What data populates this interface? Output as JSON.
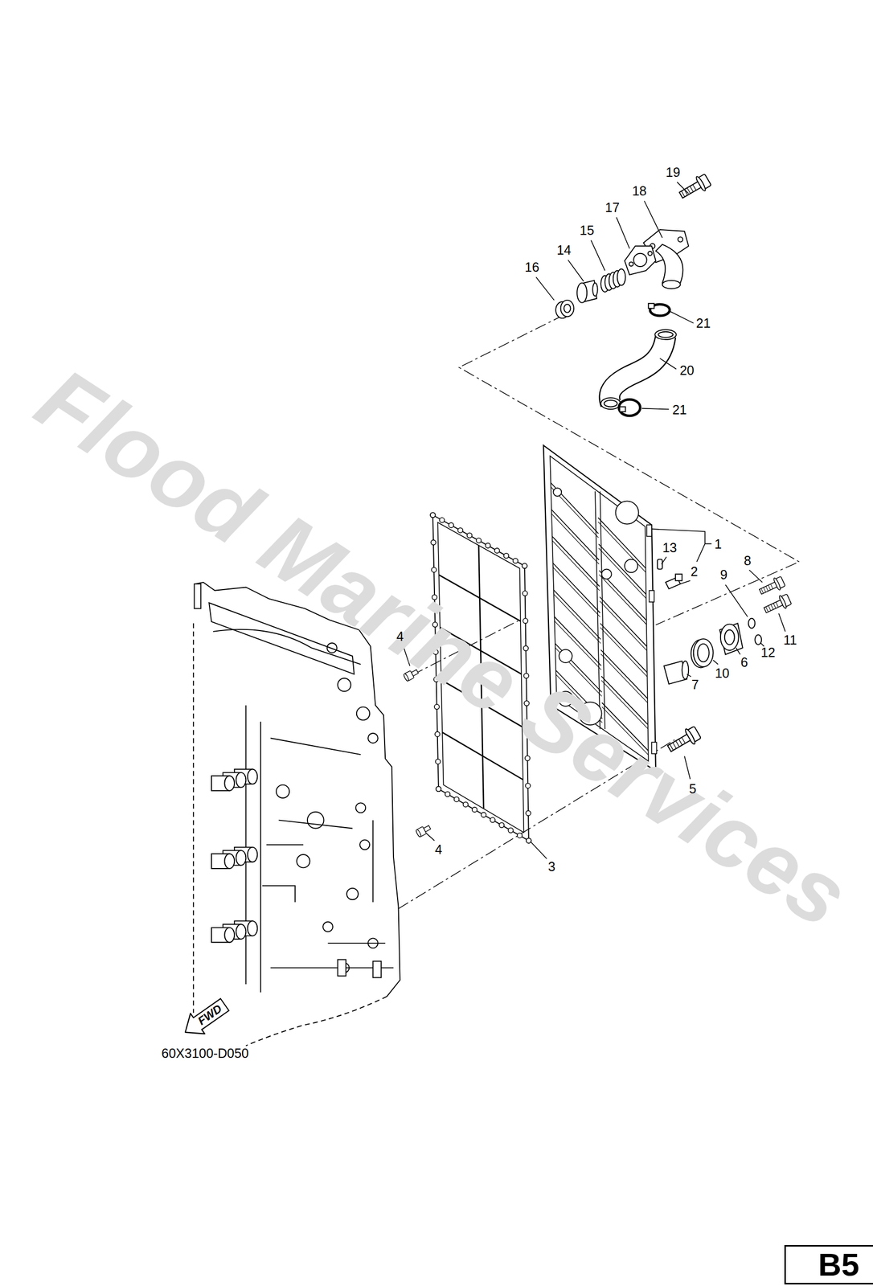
{
  "diagram": {
    "nodes": [
      {
        "text": [
          "FWD"
        ]
      },
      {
        "text": [
          "B5"
        ]
      }
    ],
    "labels": [
      "Flood Marine Services",
      "19",
      "18",
      "17",
      "15",
      "14",
      "16",
      "21",
      "20",
      "21",
      "1",
      "13",
      "8",
      "2",
      "9",
      "4",
      "11",
      "12",
      "6",
      "10",
      "7",
      "5",
      "4",
      "3",
      "60X3100-D050"
    ]
  }
}
